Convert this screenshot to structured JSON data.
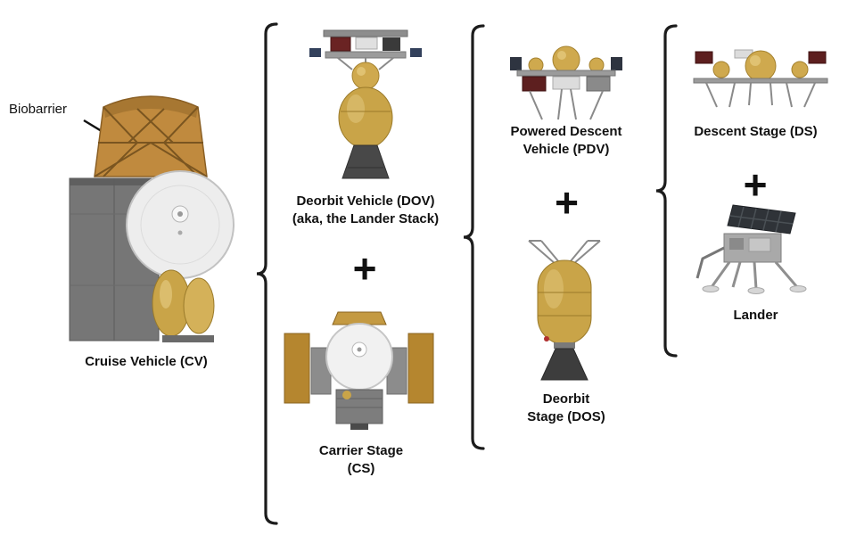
{
  "diagram": {
    "biobarrier": {
      "label": "Biobarrier"
    },
    "plus_sign": "+",
    "cruise_vehicle": {
      "label": "Cruise Vehicle (CV)"
    },
    "deorbit_vehicle": {
      "label_line1": "Deorbit Vehicle (DOV)",
      "label_line2": "(aka, the Lander Stack)"
    },
    "carrier_stage": {
      "label_line1": "Carrier Stage",
      "label_line2": "(CS)"
    },
    "powered_descent_vehicle": {
      "label_line1": "Powered Descent",
      "label_line2": "Vehicle (PDV)"
    },
    "deorbit_stage": {
      "label_line1": "Deorbit",
      "label_line2": "Stage (DOS)"
    },
    "descent_stage": {
      "label": "Descent Stage (DS)"
    },
    "lander": {
      "label": "Lander"
    },
    "colors": {
      "gold_tank": "#c9a448",
      "tan_panel": "#b5862f",
      "truss_orange": "#c08a3e",
      "dark_red_box": "#5d1f1f",
      "gray_structure": "#8c8c8c",
      "line_black": "#1c1c1c",
      "background": "#ffffff"
    }
  }
}
